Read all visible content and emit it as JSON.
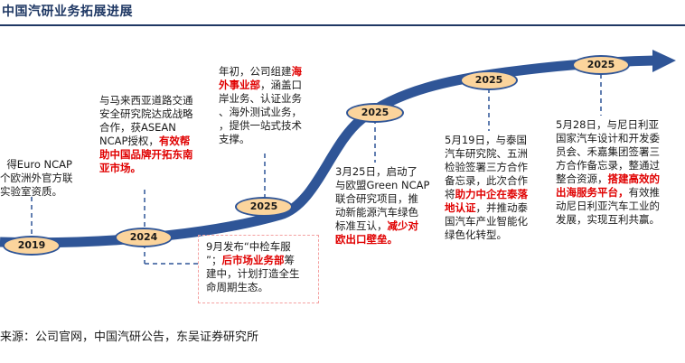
{
  "title": "中国汽研业务拓展进展",
  "source": "来源：公司官网，中国汽研公告，东吴证券研究所",
  "colors": {
    "arrow": "#2f5597",
    "badge_fill": "#fbd49c",
    "accent": "#e00000",
    "title": "#1f3864"
  },
  "milestones": [
    {
      "year": "2019",
      "text_plain": "得Euro NCAP\n个欧洲外官方联\n实验室资质。",
      "text_red": ""
    },
    {
      "year": "2024",
      "text_plain": "与马来西亚道路交通\n安全研究院达成战略\n合作，获ASEAN\nNCAP授权，",
      "text_red": "有效帮\n助中国品牌开拓东南\n亚市场。"
    },
    {
      "year": "2024",
      "text_a": "9月发布“中检车服\n”；",
      "text_red": "后市场业务部",
      "text_b": "筹\n建中，计划打造全生\n命周期生态。"
    },
    {
      "year": "2025",
      "text_a": "年初，公司组建",
      "text_red": "海\n外事业部",
      "text_b": "，涵盖口\n岸业务、认证业务\n、海外测试业务，\n，提供一站式技术\n支撑。"
    },
    {
      "year": "2025",
      "text_plain": "3月25日，启动了\n与欧盟Green NCAP\n联合研究项目，推\n动新能源汽车绿色\n标准互认，",
      "text_red": "减少对\n欧出口壁垒。"
    },
    {
      "year": "2025",
      "text_a": "5月19日，与泰国\n汽车研究院、五洲\n检验签署三方合作\n备忘录，此次合作\n将",
      "text_red": "助力中企在泰落\n地认证",
      "text_b": "，并推动泰\n国汽车产业智能化\n绿色化转型。"
    },
    {
      "year": "2025",
      "text_a": "5月28日，与尼日利亚\n国家汽车设计和开发委\n员会、禾嘉集团签署三\n方合作备忘录，整通过\n整合资源，",
      "text_red": "搭建高效的\n出海服务平台，",
      "text_b": "有效推\n动尼日利亚汽车工业的\n发展，实现互利共赢。"
    }
  ]
}
